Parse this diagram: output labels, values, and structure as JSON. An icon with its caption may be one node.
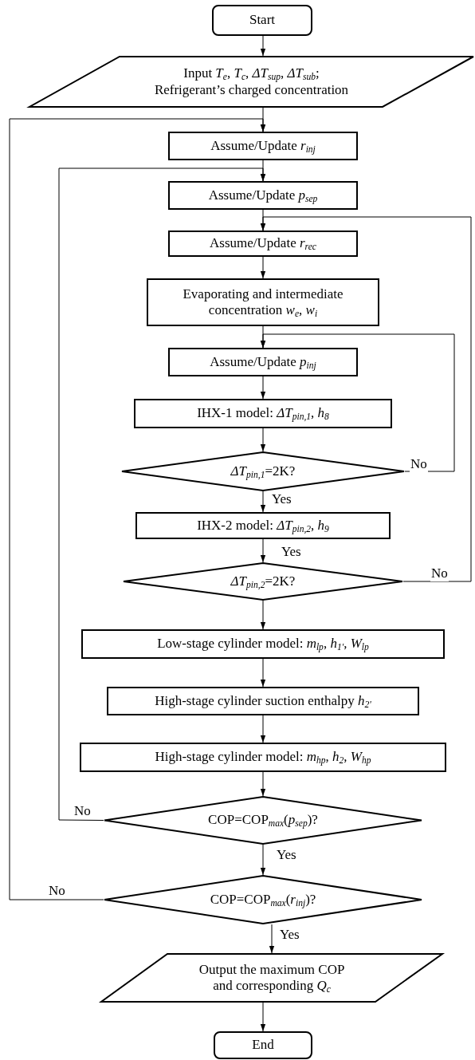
{
  "diagram": {
    "nodes": [
      {
        "text": [
          "Start"
        ]
      },
      {
        "text": [
          "Input *T*$_{e}$, *T*$_{c}$, *ΔT*$_{sup}$, *ΔT*$_{sub}$; Refrigerant’s charged concentration"
        ]
      },
      {
        "text": [
          "Assume/Update *r*$_{inj}$"
        ]
      },
      {
        "text": [
          "Assume/Update *p*$_{sep}$"
        ]
      },
      {
        "text": [
          "Assume/Update *r*$_{rec}$"
        ]
      },
      {
        "text": [
          "Evaporating and intermediate concentration *w*$_{e}$, *w*$_{i}$"
        ]
      },
      {
        "text": [
          "Assume/Update *p*$_{inj}$"
        ]
      },
      {
        "text": [
          "IHX-1 model: *ΔT*$_{pin,1}$, *h*$_{8}$"
        ]
      },
      {
        "text": [
          "*ΔT*$_{pin,1}$=2K?"
        ]
      },
      {
        "text": [
          "IHX-2 model: *ΔT*$_{pin,2}$, *h*$_{9}$"
        ]
      },
      {
        "text": [
          "*ΔT*$_{pin,2}$=2K?"
        ]
      },
      {
        "text": [
          "Low-stage cylinder model: *m*$_{lp}$, *h*$_{1'}$, *W*$_{lp}$"
        ]
      },
      {
        "text": [
          "High-stage cylinder suction enthalpy *h*$_{2'}$"
        ]
      },
      {
        "text": [
          "High-stage cylinder model: *m*$_{hp}$, *h*$_{2}$, *W*$_{hp}$"
        ]
      },
      {
        "text": [
          "COP=COP$_{max}$(*p*$_{sep}$)?"
        ]
      },
      {
        "text": [
          "COP=COP$_{max}$(*r*$_{inj}$)?"
        ]
      },
      {
        "text": [
          "Output the maximum COP and corresponding *Q*$_{c}$"
        ]
      },
      {
        "text": [
          "End"
        ]
      }
    ],
    "edges": [
      {
        "from": 0,
        "to": 1,
        "arrow": "to"
      },
      {
        "from": 1,
        "to": 2,
        "arrow": "to"
      },
      {
        "from": 2,
        "to": 3,
        "arrow": "to"
      },
      {
        "from": 3,
        "to": 4,
        "arrow": "to"
      },
      {
        "from": 4,
        "to": 5,
        "arrow": "to"
      },
      {
        "from": 5,
        "to": 6,
        "arrow": "to"
      },
      {
        "from": 6,
        "to": 7,
        "arrow": "to"
      },
      {
        "from": 7,
        "to": 8,
        "arrow": "to"
      },
      {
        "from": 8,
        "to": 9,
        "arrow": "to",
        "label": "Yes"
      },
      {
        "from": 8,
        "to": 6,
        "arrow": "to",
        "label": "No"
      },
      {
        "from": 9,
        "to": 10,
        "arrow": "to",
        "label": "Yes"
      },
      {
        "from": 10,
        "to": 4,
        "arrow": "to",
        "label": "No"
      },
      {
        "from": 10,
        "to": 11,
        "arrow": "to"
      },
      {
        "from": 11,
        "to": 12,
        "arrow": "to"
      },
      {
        "from": 12,
        "to": 13,
        "arrow": "to"
      },
      {
        "from": 13,
        "to": 14,
        "arrow": "to"
      },
      {
        "from": 14,
        "to": 15,
        "arrow": "to",
        "label": "Yes"
      },
      {
        "from": 14,
        "to": 3,
        "arrow": "to",
        "label": "No"
      },
      {
        "from": 15,
        "to": 16,
        "arrow": "to",
        "label": "Yes"
      },
      {
        "from": 15,
        "to": 2,
        "arrow": "to",
        "label": "No"
      },
      {
        "from": 16,
        "to": 17,
        "arrow": "to"
      }
    ]
  }
}
